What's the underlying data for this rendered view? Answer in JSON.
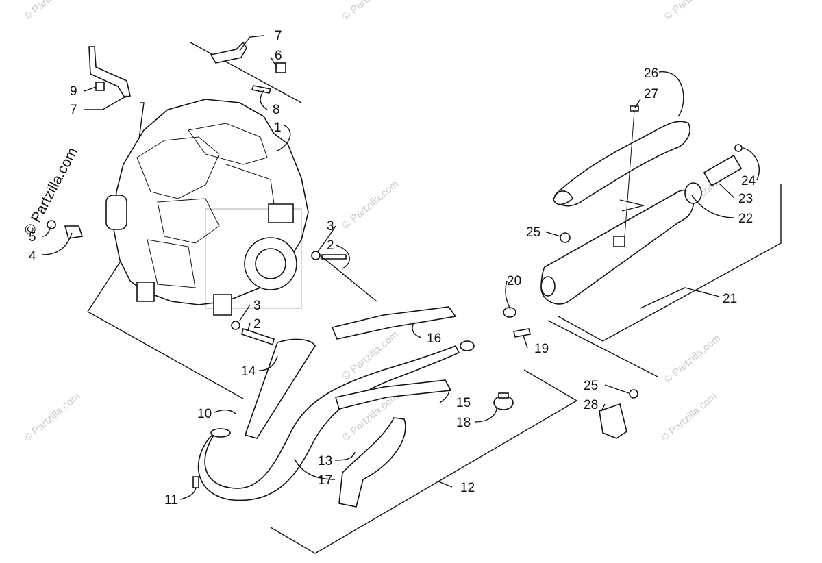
{
  "watermarks": [
    "© Partzilla.com",
    "© Partzilla.com",
    "© Partzilla.com",
    "© Partzilla.com",
    "© Partzilla.com",
    "© Partzilla.com",
    "© Partzilla.com",
    "© Partzilla.com",
    "© Partzilla.com",
    "© Partzilla.com",
    "© Partzilla.com"
  ],
  "part_numbers": [
    "7",
    "6",
    "9",
    "7",
    "8",
    "1",
    "26",
    "27",
    "24",
    "23",
    "22",
    "5",
    "4",
    "3",
    "2",
    "25",
    "21",
    "20",
    "3",
    "2",
    "16",
    "19",
    "14",
    "10",
    "25",
    "28",
    "15",
    "18",
    "13",
    "17",
    "12",
    "11"
  ]
}
